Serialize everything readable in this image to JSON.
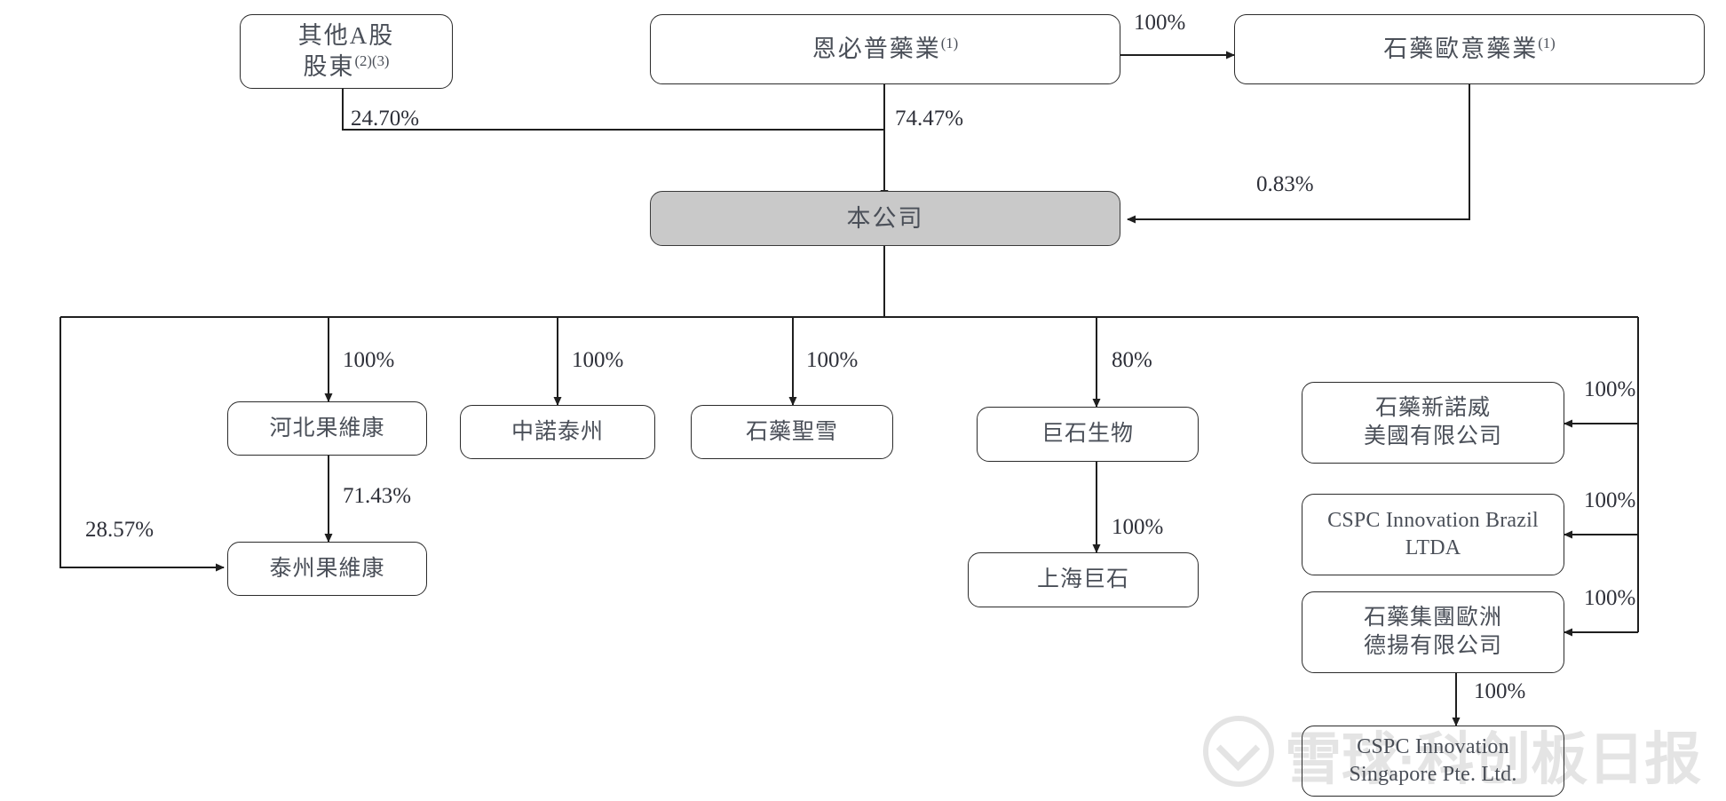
{
  "diagram": {
    "title": "CSPC group shareholding structure chart",
    "watermark": "雪球·科创板日报",
    "nodes": {
      "other_a_share": {
        "label": "其他A股\n股東",
        "sup": "(2)(3)"
      },
      "enbipu": {
        "label": "恩必普藥業",
        "sup": "(1)"
      },
      "ouyi": {
        "label": "石藥歐意藥業",
        "sup": "(1)"
      },
      "company": {
        "label": "本公司",
        "sup": ""
      },
      "hebei_guoweikang": {
        "label": "河北果維康",
        "sup": ""
      },
      "zhongnuo_taizhou": {
        "label": "中諾泰州",
        "sup": ""
      },
      "shiyao_shengxue": {
        "label": "石藥聖雪",
        "sup": ""
      },
      "jushi_biology": {
        "label": "巨石生物",
        "sup": ""
      },
      "taizhou_guoweikang": {
        "label": "泰州果維康",
        "sup": ""
      },
      "shanghai_jushi": {
        "label": "上海巨石",
        "sup": ""
      },
      "xinnuowei_usa": {
        "label": "石藥新諾威\n美國有限公司",
        "sup": ""
      },
      "cspc_brazil": {
        "label": "CSPC Innovation Brazil\nLTDA",
        "sup": ""
      },
      "cspc_europe": {
        "label": "石藥集團歐洲\n德揚有限公司",
        "sup": ""
      },
      "cspc_singapore": {
        "label": "CSPC Innovation\nSingapore Pte. Ltd.",
        "sup": ""
      }
    },
    "edges": {
      "enbipu_to_ouyi": "100%",
      "other_a_to_company": "24.70%",
      "enbipu_to_company": "74.47%",
      "ouyi_to_company": "0.83%",
      "company_to_hebei": "100%",
      "company_to_zhongnuo": "100%",
      "company_to_shengxue": "100%",
      "company_to_jushi": "80%",
      "hebei_to_taizhou": "71.43%",
      "company_to_taizhou": "28.57%",
      "jushi_to_shanghai": "100%",
      "company_to_usa": "100%",
      "company_to_brazil": "100%",
      "company_to_europe": "100%",
      "europe_to_singapore": "100%"
    },
    "colors": {
      "stroke": "#2b2b2b",
      "node_text": "#4a4f58",
      "pct_text": "#2d2f38",
      "shaded_fill": "#c9c9c9",
      "background": "#ffffff"
    }
  }
}
